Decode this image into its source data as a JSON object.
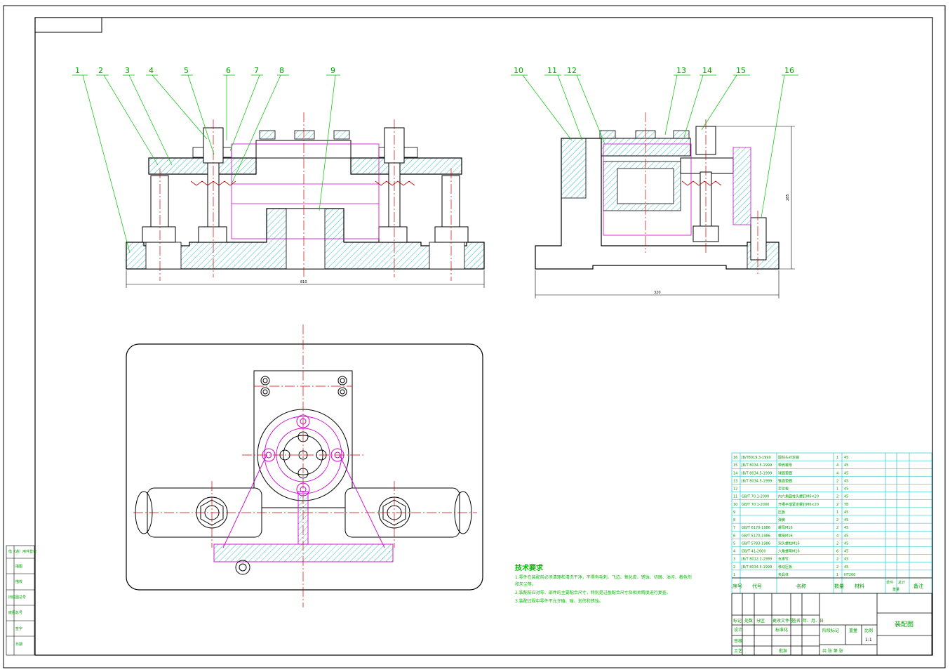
{
  "drawing": {
    "balloons_front": [
      "1",
      "2",
      "3",
      "4",
      "5",
      "6",
      "7",
      "8",
      "9"
    ],
    "balloons_side": [
      "10",
      "11",
      "12",
      "13",
      "14",
      "15",
      "16"
    ],
    "dim_front_width": "810",
    "dim_side_width": "320",
    "dim_side_height": "285"
  },
  "tech_req": {
    "title": "技术要求",
    "lines": [
      "1.零件在装配前必须清理和清洗干净，不得有毛刺、飞边、氧化皮、锈蚀、切屑、油污、着色剂",
      "和灰尘等。",
      "2.装配前应对零、部件的主要配合尺寸，特别是过盈配合尺寸及相关精度进行复查。",
      "3.装配过程中零件不允许磕、碰、划伤和锈蚀。"
    ]
  },
  "bom": {
    "rows": [
      {
        "no": "16",
        "code": "JB/T8019.3-1999",
        "name": "圆柱头对定销",
        "qty": "1",
        "mat": "45"
      },
      {
        "no": "15",
        "code": "JB/T 8034.5-1999",
        "name": "带肩螺母",
        "qty": "4",
        "mat": "45"
      },
      {
        "no": "14",
        "code": "JB/T 8034.5-1999",
        "name": "球面垫圈",
        "qty": "4",
        "mat": "45"
      },
      {
        "no": "13",
        "code": "JB/T 8034.5-1999",
        "name": "锥面垫圈",
        "qty": "2",
        "mat": "45"
      },
      {
        "no": "12",
        "code": "",
        "name": "定位板",
        "qty": "1",
        "mat": "45"
      },
      {
        "no": "11",
        "code": "GB/T 70.1-2000",
        "name": "内六角圆柱头螺钉M6×20",
        "qty": "2",
        "mat": "45"
      },
      {
        "no": "10",
        "code": "GB/T 70.1-2000",
        "name": "开槽平端紧定螺钉M6×20",
        "qty": "2",
        "mat": "T8"
      },
      {
        "no": "9",
        "code": "",
        "name": "压板",
        "qty": "1",
        "mat": "45"
      },
      {
        "no": "8",
        "code": "",
        "name": "弹簧",
        "qty": "2",
        "mat": "45"
      },
      {
        "no": "7",
        "code": "GB/T 6170-1986",
        "name": "螺母M16",
        "qty": "2",
        "mat": "45"
      },
      {
        "no": "6",
        "code": "GB/T 5170-1986",
        "name": "螺母M16",
        "qty": "4",
        "mat": "45"
      },
      {
        "no": "5",
        "code": "GB/T 5783-1986",
        "name": "双头螺柱M16",
        "qty": "2",
        "mat": "45"
      },
      {
        "no": "4",
        "code": "GB/T 41-2000",
        "name": "六角螺母M16",
        "qty": "6",
        "mat": "45"
      },
      {
        "no": "3",
        "code": "JB/T 8012.2-1999",
        "name": "支承钉",
        "qty": "2",
        "mat": "45"
      },
      {
        "no": "2",
        "code": "JB/T 8034.5-1999",
        "name": "移动压板",
        "qty": "2",
        "mat": "45"
      },
      {
        "no": "1",
        "code": "",
        "name": "夹具体",
        "qty": "1",
        "mat": "HT200"
      }
    ],
    "header": {
      "no": "序号",
      "code": "代号",
      "name": "名称",
      "qty": "数量",
      "mat": "材料",
      "unit_weight": "单件",
      "total_weight": "总计",
      "weight": "重量",
      "remark": "备注"
    }
  },
  "title_block": {
    "drawing_name": "装配图",
    "mark_labels": [
      "标记",
      "处数",
      "分区",
      "更改文件号",
      "签名",
      "年、月、日"
    ],
    "roles": [
      "设计",
      "审核",
      "工艺"
    ],
    "std": "标准化",
    "approve": "批准",
    "stage": "阶段标记",
    "weight": "重量",
    "scale": "比例",
    "scale_value": "1:1",
    "sheets": "共  张  第  张"
  },
  "left_strip": {
    "items": [
      "借（通）用件登记",
      "描图",
      "描校",
      "旧底图总号",
      "底图总号",
      "签字",
      "日期"
    ]
  }
}
